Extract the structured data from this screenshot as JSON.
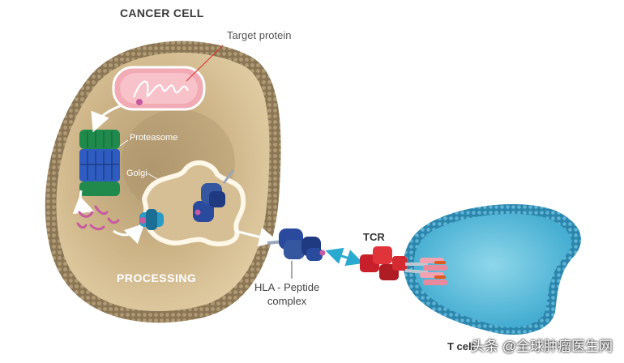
{
  "labels": {
    "cancer_cell": "CANCER CELL",
    "target_protein": "Target protein",
    "proteasome": "Proteasome",
    "golgi": "Golgi",
    "processing": "PROCESSING",
    "hla_line1": "HLA - Peptide",
    "hla_line2": "complex",
    "tcr": "TCR",
    "t_cell": "T cell"
  },
  "watermark": "头条 @全球肿瘤医生网",
  "colors": {
    "cell_membrane": "#8a7655",
    "cytoplasm": "#dbc59b",
    "mitochondrion": "#f1a6b0",
    "proteasome_green": "#1f8a4c",
    "proteasome_blue": "#2f5cc0",
    "peptide": "#c85aa0",
    "hla": "#2a4a9e",
    "tcr": "#c8202a",
    "t_cell": "#5cbfdc",
    "arrow_cyan": "#2aaad0"
  }
}
